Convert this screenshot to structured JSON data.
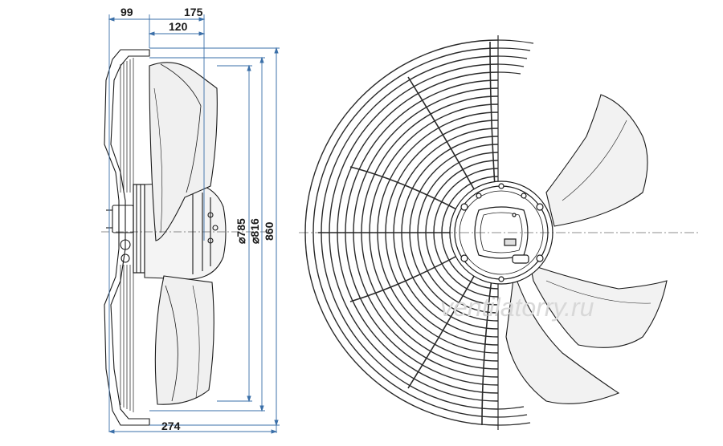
{
  "dimensions": {
    "side_offset_left": "99",
    "side_offset_top": "175",
    "side_offset_inner": "120",
    "total_depth": "274",
    "blade_diameter": "⌀785",
    "guard_diameter": "⌀816",
    "overall_diameter": "860"
  },
  "watermark": "ventilatorry.ru",
  "colors": {
    "line": "#1a1a1a",
    "dimension": "#3a6fa8",
    "blade_fill": "#f0f0f0",
    "guard": "#2a2a2a"
  }
}
